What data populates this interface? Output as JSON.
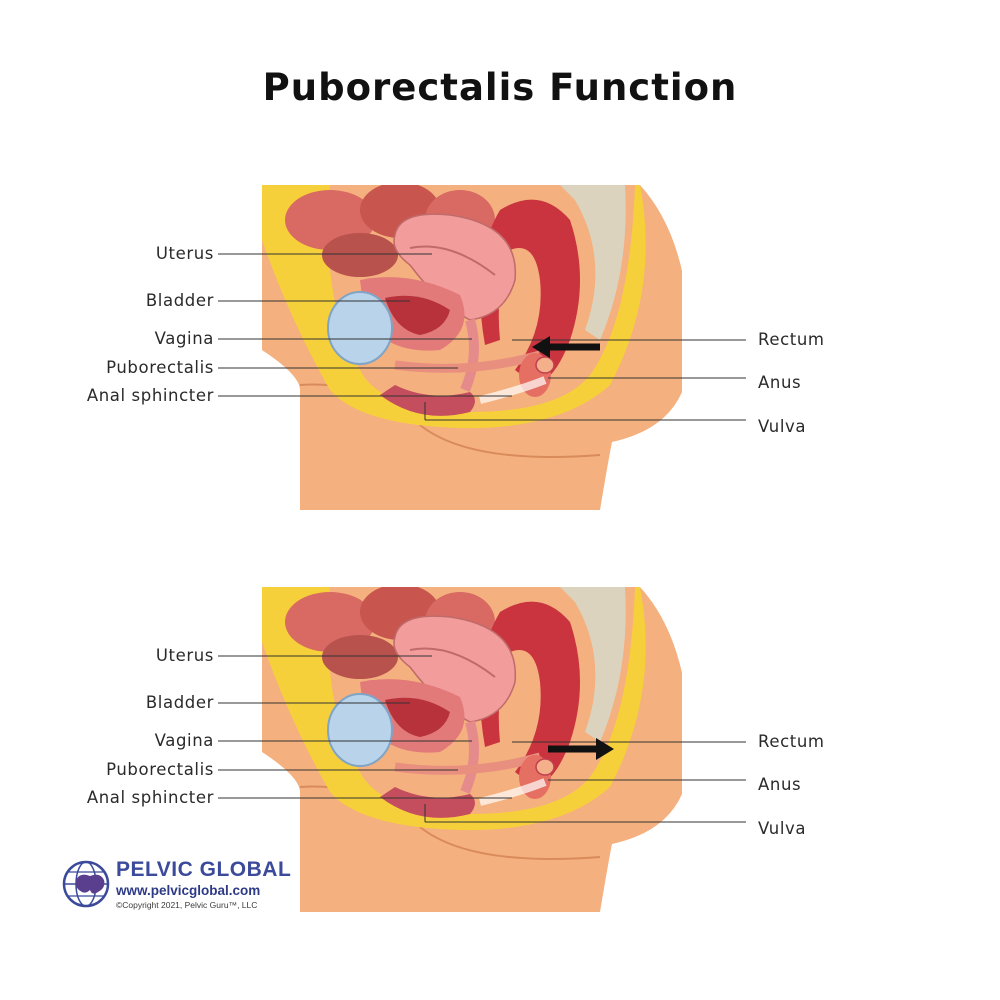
{
  "title": "Puborectalis Function",
  "panels": [
    {
      "left_labels": [
        "Uterus",
        "Bladder",
        "Vagina",
        "Puborectalis",
        "Anal sphincter"
      ],
      "right_labels": [
        "Rectum",
        "Anus",
        "Vulva"
      ],
      "arrow_direction": "left"
    },
    {
      "left_labels": [
        "Uterus",
        "Bladder",
        "Vagina",
        "Puborectalis",
        "Anal sphincter"
      ],
      "right_labels": [
        "Rectum",
        "Anus",
        "Vulva"
      ],
      "arrow_direction": "right"
    }
  ],
  "logo": {
    "name": "PELVIC GLOBAL",
    "url": "www.pelvicglobal.com",
    "copyright": "©Copyright 2021, Pelvic Guru™, LLC"
  },
  "colors": {
    "skin": "#f4b07e",
    "fat": "#f6d03a",
    "muscle": "#c9343f",
    "uterus": "#f29c9c",
    "bladder": "#b9d3ea",
    "intestine": "#d86a63",
    "bone": "#dcd3bf"
  }
}
